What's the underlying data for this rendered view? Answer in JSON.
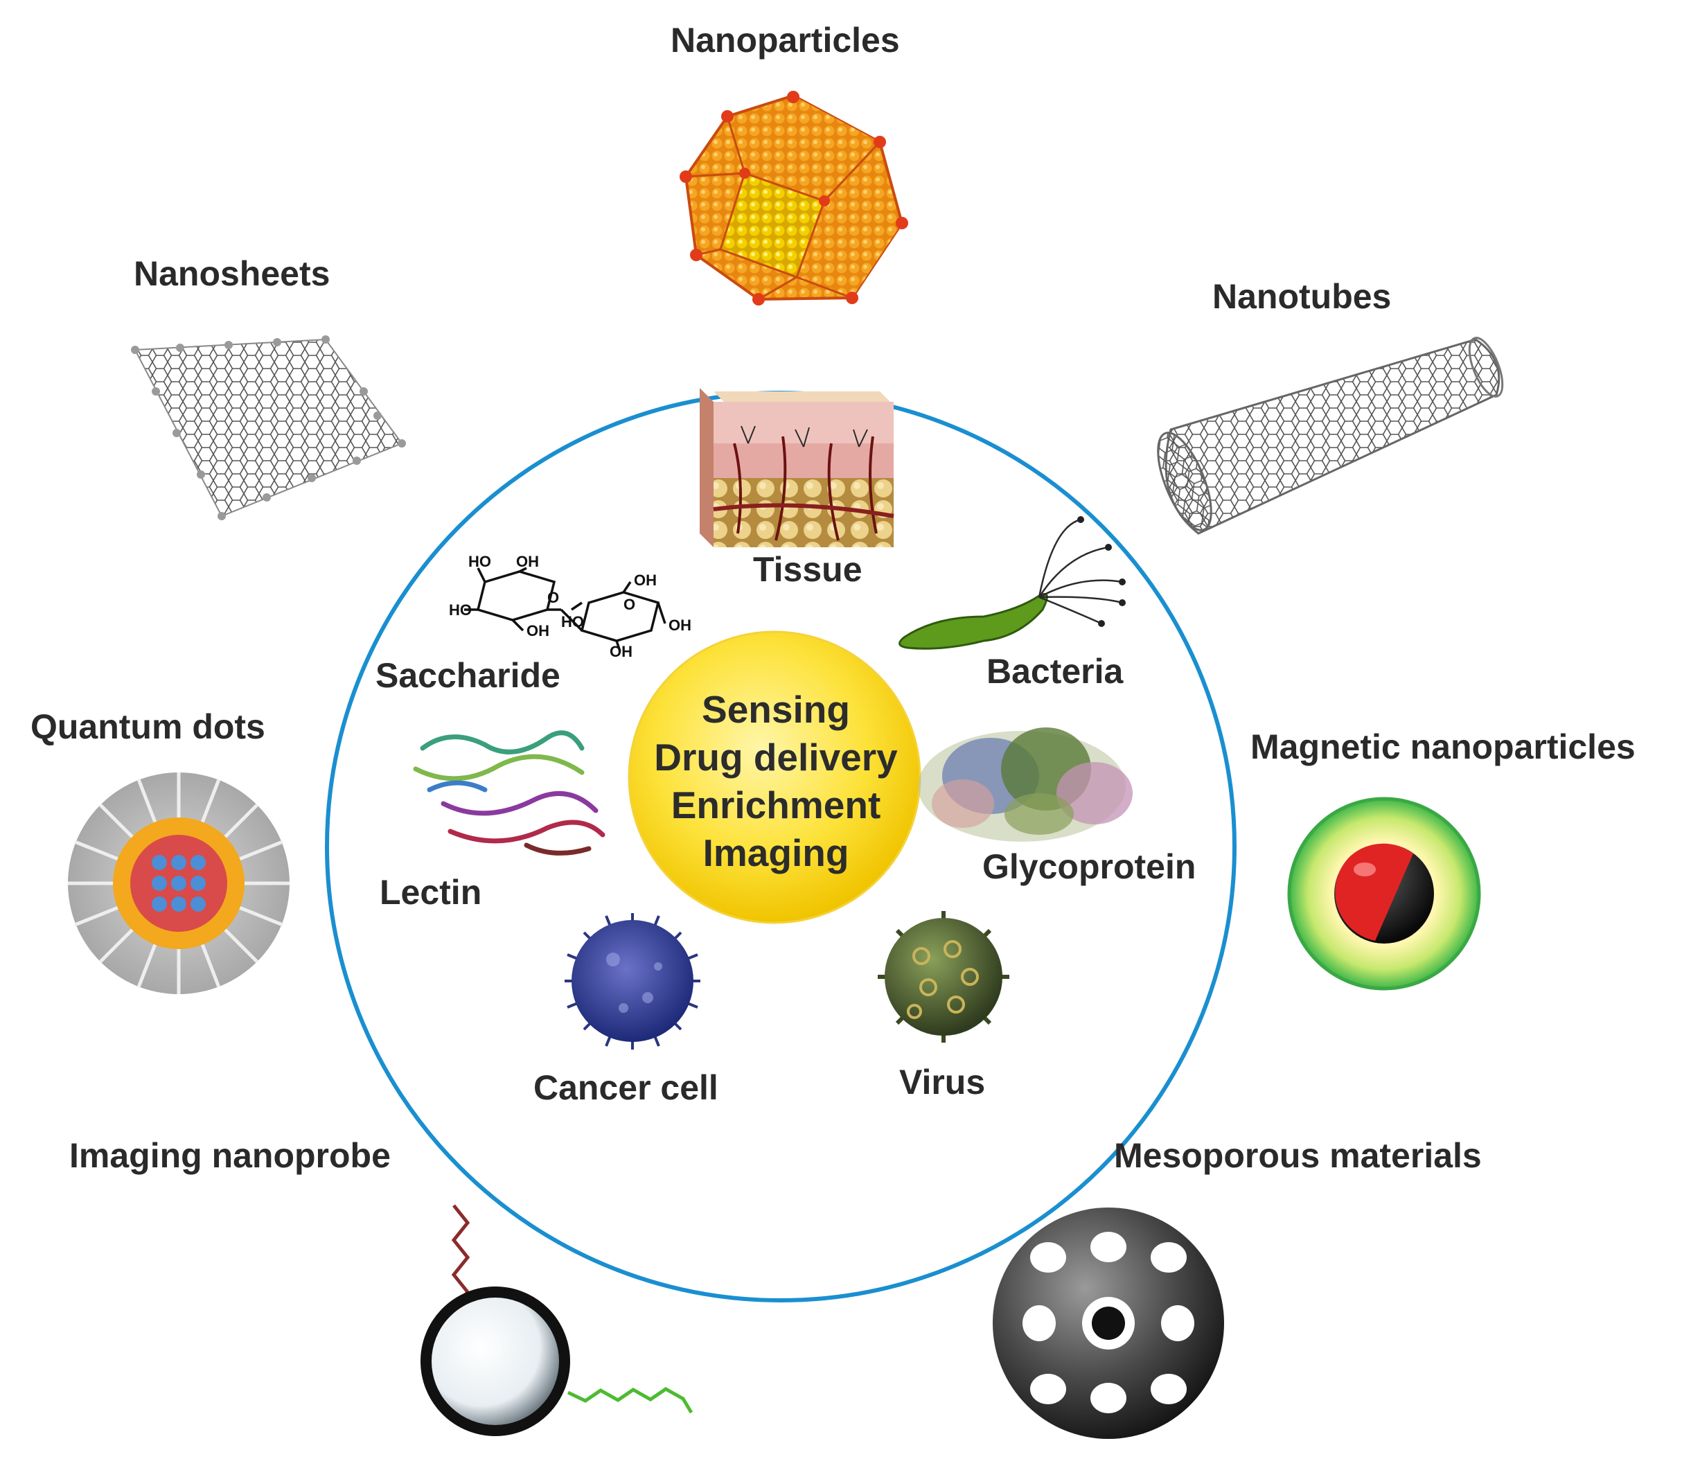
{
  "center": {
    "applications": [
      "Sensing",
      "Drug delivery",
      "Enrichment",
      "Imaging"
    ]
  },
  "targets": {
    "tissue": "Tissue",
    "saccharide": "Saccharide",
    "bacteria": "Bacteria",
    "lectin": "Lectin",
    "glycoprotein": "Glycoprotein",
    "cancer_cell": "Cancer cell",
    "virus": "Virus"
  },
  "materials": {
    "nanoparticles": "Nanoparticles",
    "nanosheets": "Nanosheets",
    "nanotubes": "Nanotubes",
    "quantum_dots": "Quantum dots",
    "magnetic_nanoparticles": "Magnetic nanoparticles",
    "imaging_nanoprobe": "Imaging nanoprobe",
    "mesoporous_materials": "Mesoporous materials"
  },
  "saccharide_groups": [
    "HO",
    "OH",
    "OH",
    "HO",
    "O",
    "HO",
    "O",
    "OH",
    "OH",
    "OH"
  ],
  "colors": {
    "ring": "#1a8fd0",
    "center_fill": "#fde23a",
    "text": "#2a2a2a"
  }
}
